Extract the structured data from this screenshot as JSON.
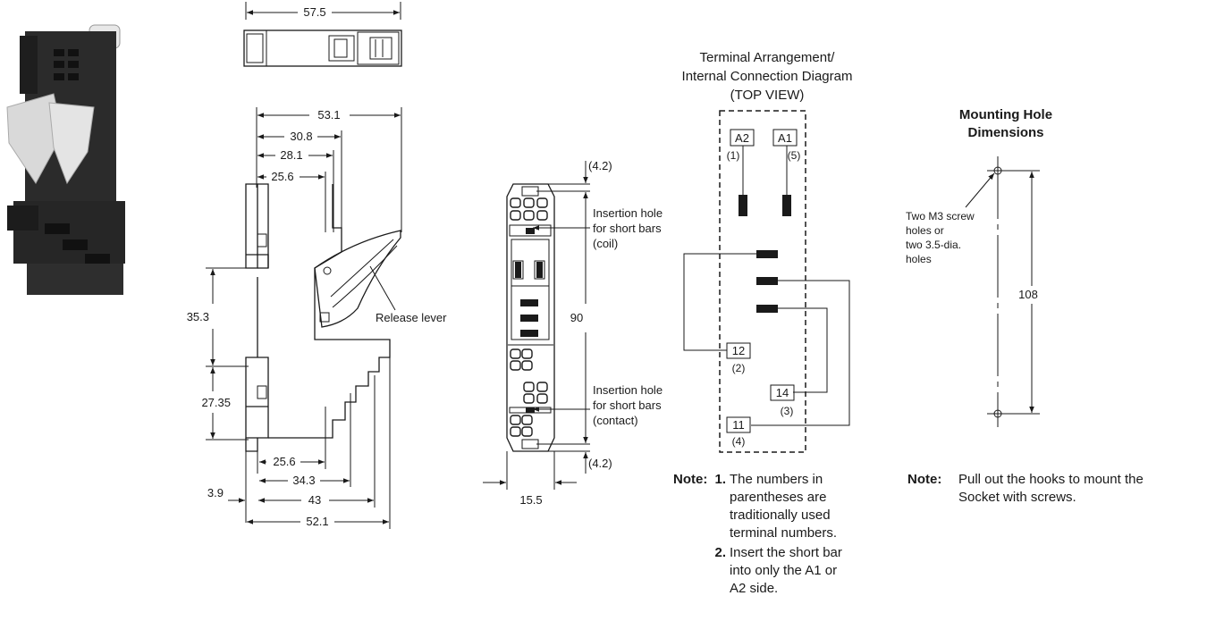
{
  "dims": {
    "top_width": "57.5",
    "side_overall": "53.1",
    "side_30_8": "30.8",
    "side_28_1": "28.1",
    "side_25_6_top": "25.6",
    "left_35_3": "35.3",
    "left_27_35": "27.35",
    "bottom_25_6": "25.6",
    "bottom_34_3": "34.3",
    "bottom_3_9": "3.9",
    "bottom_43": "43",
    "bottom_52_1": "52.1",
    "front_top_4_2": "(4.2)",
    "front_90": "90",
    "front_bottom_4_2": "(4.2)",
    "front_width": "15.5",
    "mount_108": "108"
  },
  "labels": {
    "release_lever": "Release lever",
    "insertion_coil": [
      "Insertion hole",
      "for short bars",
      "(coil)"
    ],
    "insertion_contact": [
      "Insertion hole",
      "for short bars",
      "(contact)"
    ]
  },
  "terminal_diagram": {
    "title": [
      "Terminal Arrangement/",
      "Internal Connection Diagram",
      "(TOP VIEW)"
    ],
    "terminals": {
      "A2": "A2",
      "A2_old": "(1)",
      "A1": "A1",
      "A1_old": "(5)",
      "t12": "12",
      "t12_old": "(2)",
      "t14": "14",
      "t14_old": "(3)",
      "t11": "11",
      "t11_old": "(4)"
    }
  },
  "mounting": {
    "title": [
      "Mounting Hole",
      "Dimensions"
    ],
    "screw_note": [
      "Two M3 screw",
      "holes or",
      "two 3.5-dia.",
      "holes"
    ]
  },
  "notes_left": {
    "head": "Note:",
    "n1_num": "1.",
    "n1_lines": [
      "The numbers in",
      "parentheses are",
      "traditionally used",
      "terminal numbers."
    ],
    "n2_num": "2.",
    "n2_lines": [
      "Insert the short bar",
      "into only the A1 or",
      "A2 side."
    ]
  },
  "notes_right": {
    "head": "Note:",
    "lines": [
      "Pull out the hooks to mount the",
      "Socket with screws."
    ]
  },
  "colors": {
    "ink": "#1a1a1a",
    "socket_body": "#2b2b2b",
    "lever": "#d9d9d9"
  }
}
